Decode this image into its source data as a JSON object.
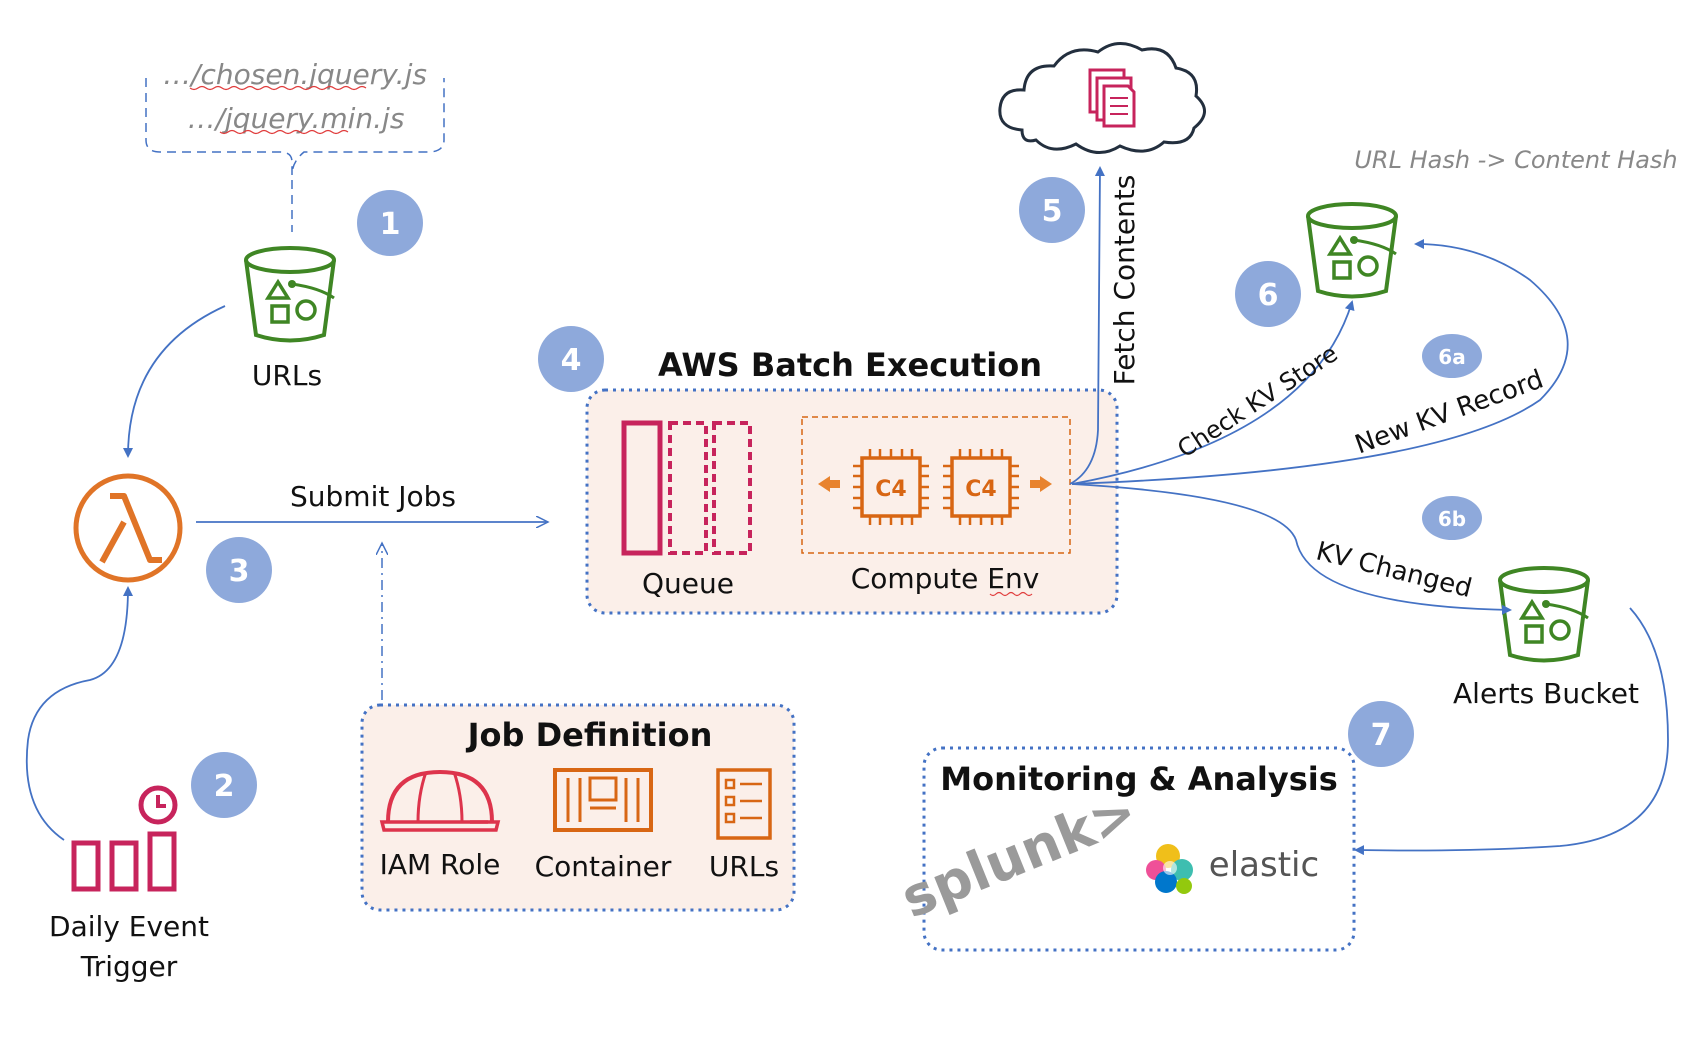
{
  "url_examples": [
    "…/chosen.jquery.js",
    "…/jquery.min.js"
  ],
  "nodes": {
    "urls_bucket": "URLs",
    "daily_trigger_line1": "Daily Event",
    "daily_trigger_line2": "Trigger",
    "alerts_bucket": "Alerts Bucket",
    "queue": "Queue",
    "compute_env": "Compute Env",
    "cpu1": "C4",
    "cpu2": "C4"
  },
  "boxes": {
    "batch": "AWS Batch Execution",
    "job_definition": "Job Definition",
    "monitoring": "Monitoring & Analysis"
  },
  "job_items": [
    "IAM Role",
    "Container",
    "URLs"
  ],
  "edges": {
    "submit_jobs": "Submit Jobs",
    "fetch_contents": "Fetch Contents",
    "check_kv": "Check KV Store",
    "new_kv": "New KV Record",
    "kv_changed": "KV Changed"
  },
  "kv_store_caption": "URL Hash -> Content Hash",
  "badges": [
    "1",
    "2",
    "3",
    "4",
    "5",
    "6",
    "6a",
    "6b",
    "7"
  ],
  "logos": {
    "splunk": "splunk>",
    "elastic": "elastic"
  },
  "colors": {
    "badge": "#8ea9db",
    "arrow": "#4472c4",
    "box_border": "#4472c4",
    "box_fill": "#fbefe9",
    "bucket_green": "#3f8624",
    "lambda_orange": "#e07427",
    "pink": "#c7245c",
    "orange": "#d86613"
  }
}
